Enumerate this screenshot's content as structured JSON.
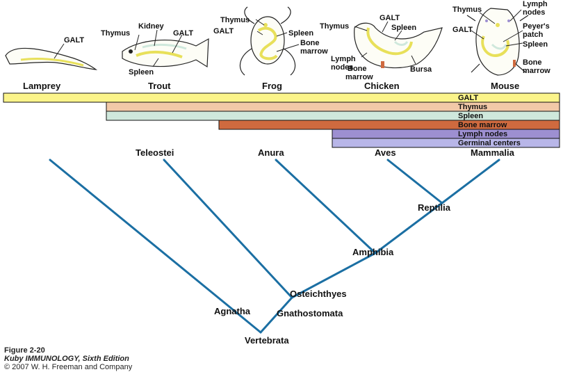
{
  "animals": [
    {
      "name": "Lamprey",
      "organs": [
        "GALT"
      ]
    },
    {
      "name": "Trout",
      "organs": [
        "Thymus",
        "Kidney",
        "GALT",
        "Spleen"
      ]
    },
    {
      "name": "Frog",
      "organs": [
        "Thymus",
        "GALT",
        "Spleen",
        "Bone marrow"
      ]
    },
    {
      "name": "Chicken",
      "organs": [
        "Thymus",
        "GALT",
        "Spleen",
        "Lymph nodes",
        "Bone marrow",
        "Bursa"
      ]
    },
    {
      "name": "Mouse",
      "organs": [
        "Thymus",
        "Lymph nodes",
        "GALT",
        "Peyer's patch",
        "Spleen",
        "Bone marrow"
      ]
    }
  ],
  "organ_bars": [
    {
      "label": "GALT",
      "color": "#fbf48a"
    },
    {
      "label": "Thymus",
      "color": "#f2c9a8"
    },
    {
      "label": "Spleen",
      "color": "#cfe8dc"
    },
    {
      "label": "Bone marrow",
      "color": "#cf6a3f"
    },
    {
      "label": "Lymph nodes",
      "color": "#9d8fd1"
    },
    {
      "label": "Germinal centers",
      "color": "#b8b6e8"
    }
  ],
  "tree": {
    "leaves": [
      "Teleostei",
      "Anura",
      "Aves",
      "Mammalia"
    ],
    "nodes": [
      "Reptilia",
      "Amphibia",
      "Osteichthyes",
      "Agnatha",
      "Gnathostomata",
      "Vertebrata"
    ],
    "line_color": "#1b6fa3"
  },
  "caption": {
    "figure": "Figure 2-20",
    "book": "Kuby IMMUNOLOGY, Sixth Edition",
    "copyright": "© 2007 W. H. Freeman and Company"
  }
}
